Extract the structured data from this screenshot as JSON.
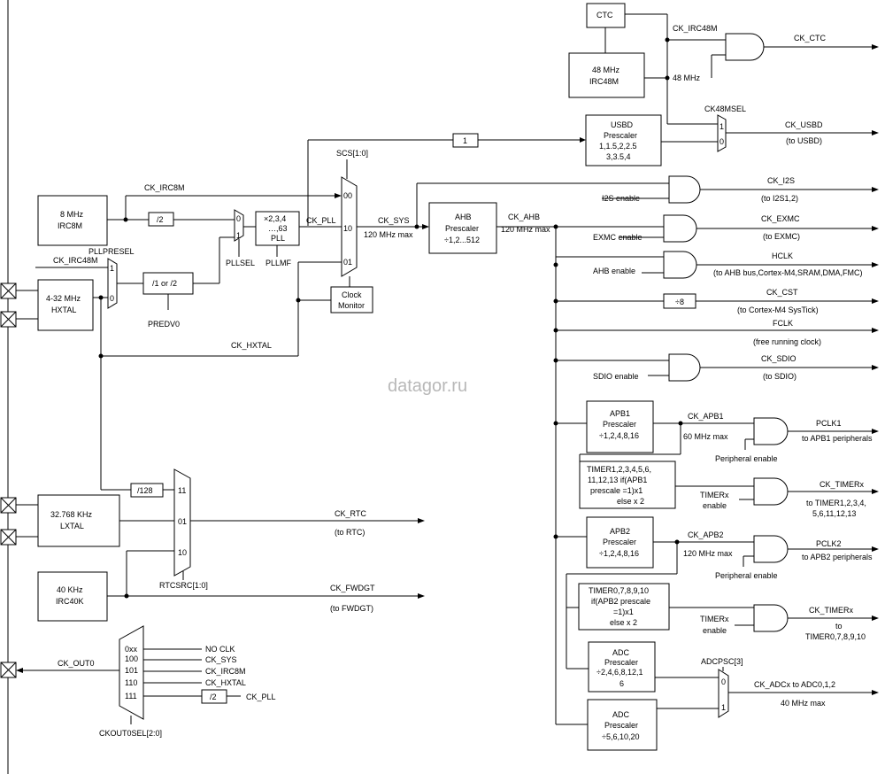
{
  "watermark": "datagor.ru",
  "blocks": {
    "ctc": "CTC",
    "irc48m_1": "48 MHz",
    "irc48m_2": "IRC48M",
    "usbd_1": "USBD",
    "usbd_2": "Prescaler",
    "usbd_3": "1,1.5,2,2.5",
    "usbd_4": "3,3.5,4",
    "irc8m_1": "8 MHz",
    "irc8m_2": "IRC8M",
    "hxtal_1": "4-32 MHz",
    "hxtal_2": "HXTAL",
    "lxtal_1": "32.768 KHz",
    "lxtal_2": "LXTAL",
    "irc40k_1": "40 KHz",
    "irc40k_2": "IRC40K",
    "div2a": "/2",
    "div1or2": "/1 or /2",
    "pll_1": "×2,3,4",
    "pll_2": "…,63",
    "pll_3": "PLL",
    "clkmon_1": "Clock",
    "clkmon_2": "Monitor",
    "ahb_1": "AHB",
    "ahb_2": "Prescaler",
    "ahb_3": "÷1,2...512",
    "one": "1",
    "div8": "÷8",
    "apb1_1": "APB1",
    "apb1_2": "Prescaler",
    "apb1_3": "÷1,2,4,8,16",
    "timer1_1": "TIMER1,2,3,4,5,6,",
    "timer1_2": "11,12,13 if(APB1",
    "timer1_3": "prescale =1)x1",
    "timer1_4": "else x 2",
    "apb2_1": "APB2",
    "apb2_2": "Prescaler",
    "apb2_3": "÷1,2,4,8,16",
    "timer0_1": "TIMER0,7,8,9,10",
    "timer0_2": "if(APB2 prescale",
    "timer0_3": "=1)x1",
    "timer0_4": "else x 2",
    "adc1_1": "ADC",
    "adc1_2": "Prescaler",
    "adc1_3": "÷2,4,6,8,12,1",
    "adc1_4": "6",
    "adc2_1": "ADC",
    "adc2_2": "Prescaler",
    "adc2_3": "÷5,6,10,20",
    "div128": "/128",
    "div2b": "/2"
  },
  "labels": {
    "ck_irc48m_top": "CK_IRC48M",
    "ck_ctc": "CK_CTC",
    "mhz48": "48 MHz",
    "ck48msel": "CK48MSEL",
    "ck_usbd": "CK_USBD",
    "to_usbd": "(to USBD)",
    "scs": "SCS[1:0]",
    "ck_irc8m": "CK_IRC8M",
    "pllpresel": "PLLPRESEL",
    "ck_irc48m_mid": "CK_IRC48M",
    "pllsel": "PLLSEL",
    "pllmf": "PLLMF",
    "predv0": "PREDV0",
    "ck_pll": "CK_PLL",
    "ck_sys": "CK_SYS",
    "sys_max": "120 MHz max",
    "ck_ahb": "CK_AHB",
    "ahb_max": "120 MHz max",
    "ck_hxtal": "CK_HXTAL",
    "ck_i2s": "CK_I2S",
    "to_i2s": "(to I2S1,2)",
    "i2s_en": "I2S enable",
    "ck_exmc": "CK_EXMC",
    "to_exmc": "(to EXMC)",
    "exmc_en": "EXMC enable",
    "hclk": "HCLK",
    "to_ahb": "(to AHB bus,Cortex-M4,SRAM,DMA,FMC)",
    "ahb_en": "AHB enable",
    "ck_cst": "CK_CST",
    "to_systick": "(to Cortex-M4 SysTick)",
    "fclk": "FCLK",
    "free_clk": "(free running clock)",
    "ck_sdio": "CK_SDIO",
    "to_sdio": "(to SDIO)",
    "sdio_en": "SDIO enable",
    "ck_apb1": "CK_APB1",
    "apb1_max": "60 MHz max",
    "pclk1": "PCLK1",
    "to_apb1": "to APB1 peripherals",
    "periph_en1": "Peripheral enable",
    "ck_timerx1": "CK_TIMERx",
    "timerx_en1a": "TIMERx",
    "timerx_en1b": "enable",
    "to_timer1a": "to TIMER1,2,3,4,",
    "to_timer1b": "5,6,11,12,13",
    "ck_apb2": "CK_APB2",
    "apb2_max": "120 MHz max",
    "pclk2": "PCLK2",
    "to_apb2": "to APB2 peripherals",
    "periph_en2": "Peripheral enable",
    "ck_timerx2": "CK_TIMERx",
    "timerx_en2a": "TIMERx",
    "timerx_en2b": "enable",
    "to_timer2a": "to",
    "to_timer2b": "TIMER0,7,8,9,10",
    "adcpsc": "ADCPSC[3]",
    "ck_adcx": "CK_ADCx to ADC0,1,2",
    "adc_max": "40 MHz max",
    "ck_rtc": "CK_RTC",
    "to_rtc": "(to RTC)",
    "rtcsrc": "RTCSRC[1:0]",
    "ck_fwdgt": "CK_FWDGT",
    "to_fwdgt": "(to FWDGT)",
    "ck_out0": "CK_OUT0",
    "ckout0sel": "CKOUT0SEL[2:0]",
    "no_clk": "NO CLK",
    "ck_sys2": "CK_SYS",
    "ck_irc8m2": "CK_IRC8M",
    "ck_hxtal2": "CK_HXTAL",
    "ck_pll2": "CK_PLL"
  },
  "mux_inputs": {
    "scs_00": "00",
    "scs_10": "10",
    "scs_01": "01",
    "pllsel_0": "0",
    "pllsel_1": "1",
    "presel_1": "1",
    "presel_0": "0",
    "ck48_1": "1",
    "ck48_0": "0",
    "rtc_11": "11",
    "rtc_01": "01",
    "rtc_10": "10",
    "adc_0": "0",
    "adc_1": "1",
    "out_0xx": "0xx",
    "out_100": "100",
    "out_101": "101",
    "out_110": "110",
    "out_111": "111"
  },
  "colors": {
    "line": "#000000",
    "watermark": "#b8b8b8",
    "background": "#ffffff"
  }
}
